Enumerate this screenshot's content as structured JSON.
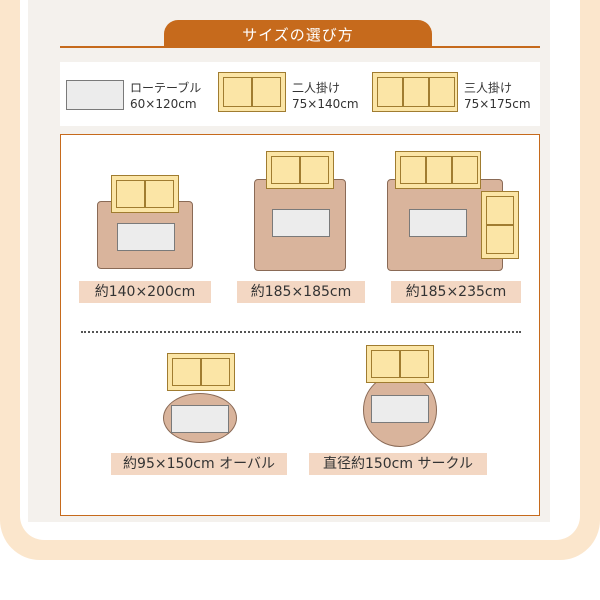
{
  "header": {
    "title": "サイズの選び方"
  },
  "legend": [
    {
      "name": "ローテーブル",
      "size": "60×120cm"
    },
    {
      "name": "二人掛け",
      "size": "75×140cm"
    },
    {
      "name": "三人掛け",
      "size": "75×175cm"
    }
  ],
  "layouts": [
    {
      "label": "約140×200cm"
    },
    {
      "label": "約185×185cm"
    },
    {
      "label": "約185×235cm"
    },
    {
      "label": "約95×150cm オーバル"
    },
    {
      "label": "直径約150cm サークル"
    }
  ],
  "colors": {
    "accent": "#c66a1c",
    "rug": "#d9b49c",
    "sofa": "#fbe5a6",
    "frame": "#fbe6cc",
    "label_bg": "#f3d7c3"
  }
}
